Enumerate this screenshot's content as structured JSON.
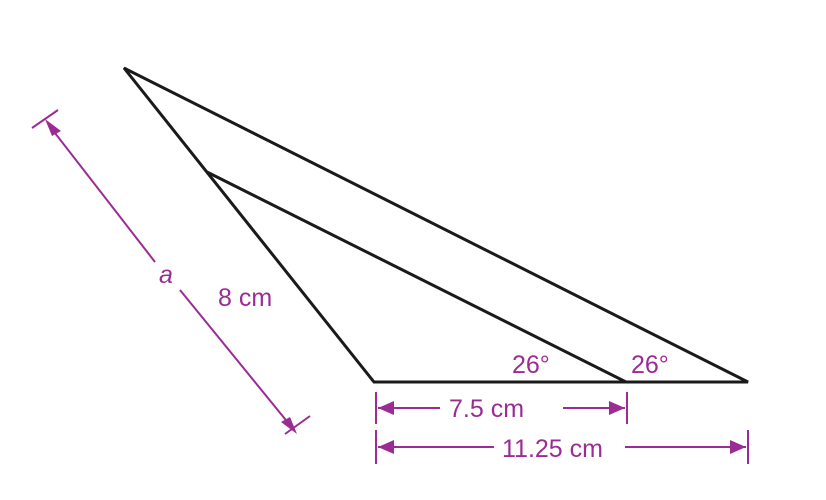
{
  "figure": {
    "labels": {
      "side_a": "a",
      "side_8": "8 cm",
      "angle_inner": "26°",
      "angle_outer": "26°",
      "base_inner": "7.5 cm",
      "base_outer": "11.25 cm"
    },
    "colors": {
      "lines": "#1a1a1a",
      "annotations": "#9b2c94",
      "background": "#ffffff"
    }
  }
}
